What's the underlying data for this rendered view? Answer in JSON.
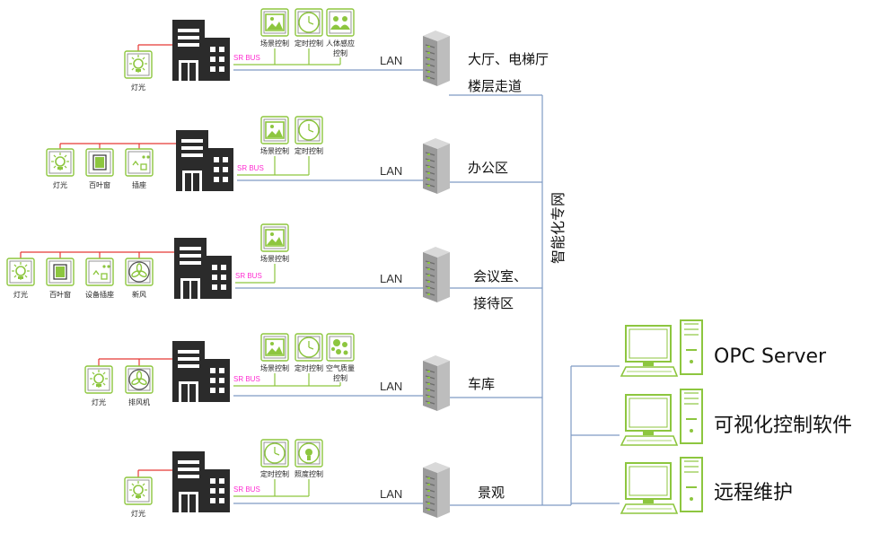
{
  "colors": {
    "accent_green": "#8dc63f",
    "red_wire": "#e53935",
    "bus_green": "#8dc63f",
    "lan_blue": "#7f9bc4",
    "sr_bus_pink": "#ff2cd2",
    "building": "#2b2b2b"
  },
  "rows": [
    {
      "zone_lines": [
        "大厅、电梯厅",
        "楼层走道"
      ],
      "sr_bus": "SR BUS",
      "lan": "LAN",
      "panels": [
        {
          "icon": "scene-image-icon",
          "label": "场景控制"
        },
        {
          "icon": "clock-icon",
          "label": "定时控制"
        },
        {
          "icon": "people-icon",
          "label": "人体感应",
          "label2": "控制"
        }
      ],
      "devices": [
        {
          "icon": "light-bulb-icon",
          "label": "灯光"
        }
      ]
    },
    {
      "zone_lines": [
        "办公区"
      ],
      "sr_bus": "SR BUS",
      "lan": "LAN",
      "panels": [
        {
          "icon": "scene-image-icon",
          "label": "场景控制"
        },
        {
          "icon": "clock-icon",
          "label": "定时控制"
        }
      ],
      "devices": [
        {
          "icon": "light-bulb-icon",
          "label": "灯光"
        },
        {
          "icon": "blinds-icon",
          "label": "百叶窗"
        },
        {
          "icon": "socket-icon",
          "label": "插座"
        }
      ]
    },
    {
      "zone_lines": [
        "会议室、",
        "接待区"
      ],
      "sr_bus": "SR BUS",
      "lan": "LAN",
      "panels": [
        {
          "icon": "scene-image-icon",
          "label": "场景控制"
        }
      ],
      "devices": [
        {
          "icon": "light-bulb-icon",
          "label": "灯光"
        },
        {
          "icon": "blinds-icon",
          "label": "百叶窗"
        },
        {
          "icon": "socket-icon",
          "label": "设备插座"
        },
        {
          "icon": "fan-icon",
          "label": "新风"
        }
      ]
    },
    {
      "zone_lines": [
        "车库"
      ],
      "sr_bus": "SR BUS",
      "lan": "LAN",
      "panels": [
        {
          "icon": "scene-image-icon",
          "label": "场景控制"
        },
        {
          "icon": "clock-icon",
          "label": "定时控制"
        },
        {
          "icon": "air-quality-icon",
          "label": "空气质量",
          "label2": "控制"
        }
      ],
      "devices": [
        {
          "icon": "light-bulb-icon",
          "label": "灯光"
        },
        {
          "icon": "fan-icon",
          "label": "排风机"
        }
      ]
    },
    {
      "zone_lines": [
        "景观"
      ],
      "sr_bus": "SR BUS",
      "lan": "LAN",
      "panels": [
        {
          "icon": "clock-icon",
          "label": "定时控制"
        },
        {
          "icon": "illumination-icon",
          "label": "照度控制"
        }
      ],
      "devices": [
        {
          "icon": "light-bulb-icon",
          "label": "灯光"
        }
      ]
    }
  ],
  "network_label": "智能化专网",
  "workstations": [
    {
      "label": "OPC Server"
    },
    {
      "label": "可视化控制软件"
    },
    {
      "label": "远程维护"
    }
  ]
}
